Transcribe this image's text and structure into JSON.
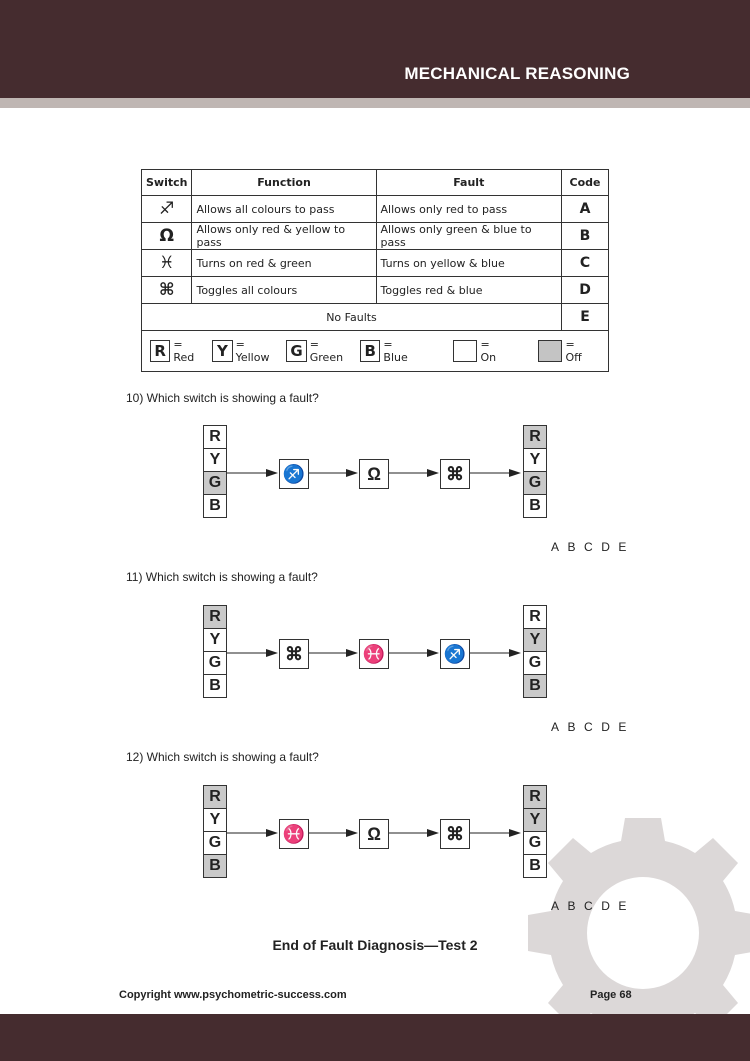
{
  "header": {
    "title": "MECHANICAL REASONING"
  },
  "key_table": {
    "headers": {
      "switch": "Switch",
      "function": "Function",
      "fault": "Fault",
      "code": "Code"
    },
    "rows": [
      {
        "symbol": "♐",
        "symbol_icon": "sagittarius-icon",
        "function": "Allows all colours to pass",
        "fault": "Allows only red to pass",
        "code": "A"
      },
      {
        "symbol": "Ω",
        "symbol_icon": "libra-icon",
        "function": "Allows only red & yellow to pass",
        "fault": "Allows only green & blue to pass",
        "code": "B"
      },
      {
        "symbol": "♓",
        "symbol_icon": "pisces-icon",
        "function": "Turns on red & green",
        "fault": "Turns on yellow & blue",
        "code": "C"
      },
      {
        "symbol": "⌘",
        "symbol_icon": "command-icon",
        "function": "Toggles all colours",
        "fault": "Toggles red & blue",
        "code": "D"
      }
    ],
    "no_faults": {
      "label": "No Faults",
      "code": "E"
    },
    "legend": {
      "r_letter": "R",
      "r_text": "= Red",
      "y_letter": "Y",
      "y_text": "= Yellow",
      "g_letter": "G",
      "g_text": "= Green",
      "b_letter": "B",
      "b_text": "= Blue",
      "on_text": "= On",
      "off_text": "= Off"
    }
  },
  "questions": [
    {
      "text": "10) Which switch is showing a fault?",
      "input": [
        {
          "l": "R",
          "on": true
        },
        {
          "l": "Y",
          "on": true
        },
        {
          "l": "G",
          "on": false
        },
        {
          "l": "B",
          "on": true
        }
      ],
      "switches": [
        "♐",
        "Ω",
        "⌘"
      ],
      "output": [
        {
          "l": "R",
          "on": false
        },
        {
          "l": "Y",
          "on": true
        },
        {
          "l": "G",
          "on": false
        },
        {
          "l": "B",
          "on": true
        }
      ],
      "answers": [
        "A",
        "B",
        "C",
        "D",
        "E"
      ]
    },
    {
      "text": "11) Which switch is showing a fault?",
      "input": [
        {
          "l": "R",
          "on": false
        },
        {
          "l": "Y",
          "on": true
        },
        {
          "l": "G",
          "on": true
        },
        {
          "l": "B",
          "on": true
        }
      ],
      "switches": [
        "⌘",
        "♓",
        "♐"
      ],
      "output": [
        {
          "l": "R",
          "on": true
        },
        {
          "l": "Y",
          "on": false
        },
        {
          "l": "G",
          "on": true
        },
        {
          "l": "B",
          "on": false
        }
      ],
      "answers": [
        "A",
        "B",
        "C",
        "D",
        "E"
      ]
    },
    {
      "text": "12) Which switch is showing a fault?",
      "input": [
        {
          "l": "R",
          "on": false
        },
        {
          "l": "Y",
          "on": true
        },
        {
          "l": "G",
          "on": true
        },
        {
          "l": "B",
          "on": false
        }
      ],
      "switches": [
        "♓",
        "Ω",
        "⌘"
      ],
      "output": [
        {
          "l": "R",
          "on": false
        },
        {
          "l": "Y",
          "on": false
        },
        {
          "l": "G",
          "on": true
        },
        {
          "l": "B",
          "on": true
        }
      ],
      "answers": [
        "A",
        "B",
        "C",
        "D",
        "E"
      ]
    }
  ],
  "footer": {
    "end_title": "End of Fault Diagnosis—Test 2",
    "copyright": "Copyright www.psychometric-success.com",
    "page": "Page 68"
  },
  "colors": {
    "band": "#452c2f",
    "off_fill": "#c9c9c9",
    "gear": "#dcd8d8"
  }
}
